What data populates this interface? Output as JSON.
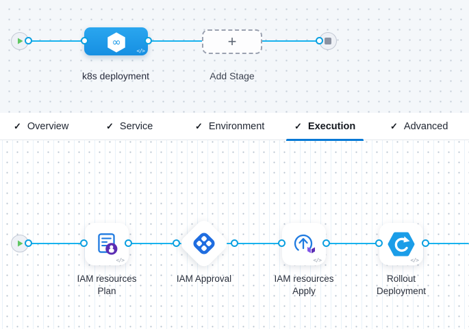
{
  "colors": {
    "connector": "#17b2ee",
    "stage_blue": "#1d9ae8",
    "active_tab_underline": "#0278d5",
    "approval_blue": "#1f6de0",
    "terraform_purple": "#5b2db3",
    "play_green": "#5fc662"
  },
  "stage_editor": {
    "start_node_icon": "play",
    "end_node_icon": "stop",
    "stage": {
      "label": "k8s deployment",
      "icon": "harness-cd-hexagon",
      "code_glyph": "</>"
    },
    "add_stage": {
      "label": "Add Stage",
      "plus": "+"
    }
  },
  "tabs": [
    {
      "check": "✓",
      "label": "Overview",
      "active": false
    },
    {
      "check": "✓",
      "label": "Service",
      "active": false
    },
    {
      "check": "✓",
      "label": "Environment",
      "active": false
    },
    {
      "check": "✓",
      "label": "Execution",
      "active": true
    },
    {
      "check": "✓",
      "label": "Advanced",
      "active": false
    }
  ],
  "execution": {
    "start_node_icon": "play",
    "steps": [
      {
        "label_line1": "IAM resources",
        "label_line2": "Plan",
        "icon": "terraform-plan",
        "code_glyph": "</>"
      },
      {
        "label_line1": "IAM Approval",
        "label_line2": "",
        "icon": "approval-diamond"
      },
      {
        "label_line1": "IAM resources",
        "label_line2": "Apply",
        "icon": "terraform-apply",
        "code_glyph": "</>"
      },
      {
        "label_line1": "Rollout",
        "label_line2": "Deployment",
        "icon": "rollout-deployment",
        "code_glyph": "</>"
      }
    ]
  }
}
